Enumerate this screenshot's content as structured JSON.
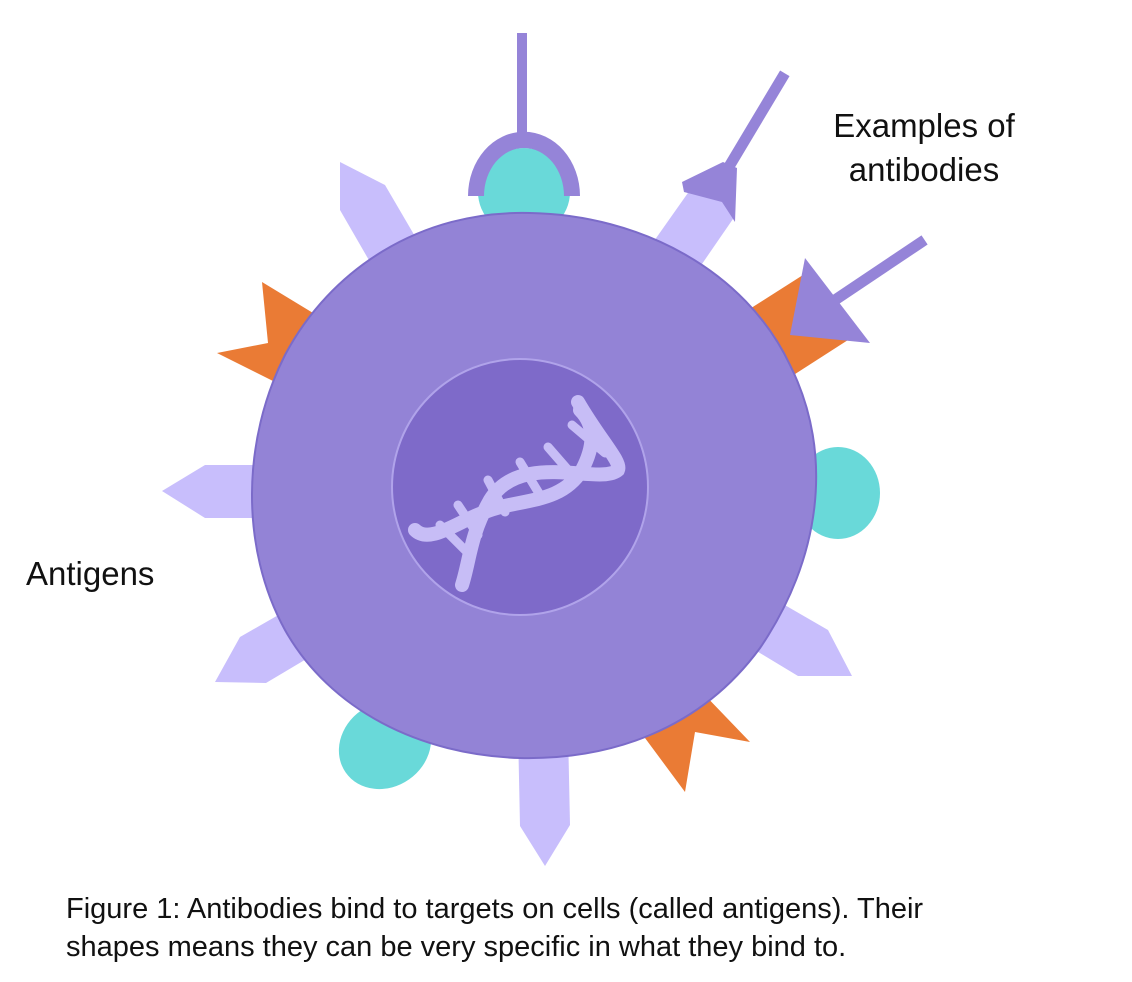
{
  "labels": {
    "antibodies_line1": "Examples of",
    "antibodies_line2": "antibodies",
    "antigens": "Antigens"
  },
  "caption": {
    "line1": "Figure 1: Antibodies bind to targets on cells (called antigens). Their",
    "line2": "shapes means they can be very specific in what they bind to."
  },
  "colors": {
    "cell": "#9383D6",
    "cell_border": "#7B6BC9",
    "nucleus": "#7E6AC9",
    "dna": "#C7BDF6",
    "antigen_lilac": "#C8BEFC",
    "antigen_orange": "#EA7B35",
    "antigen_teal": "#69D9D9",
    "antibody": "#9584D8"
  },
  "icons": [
    "dna-icon"
  ]
}
